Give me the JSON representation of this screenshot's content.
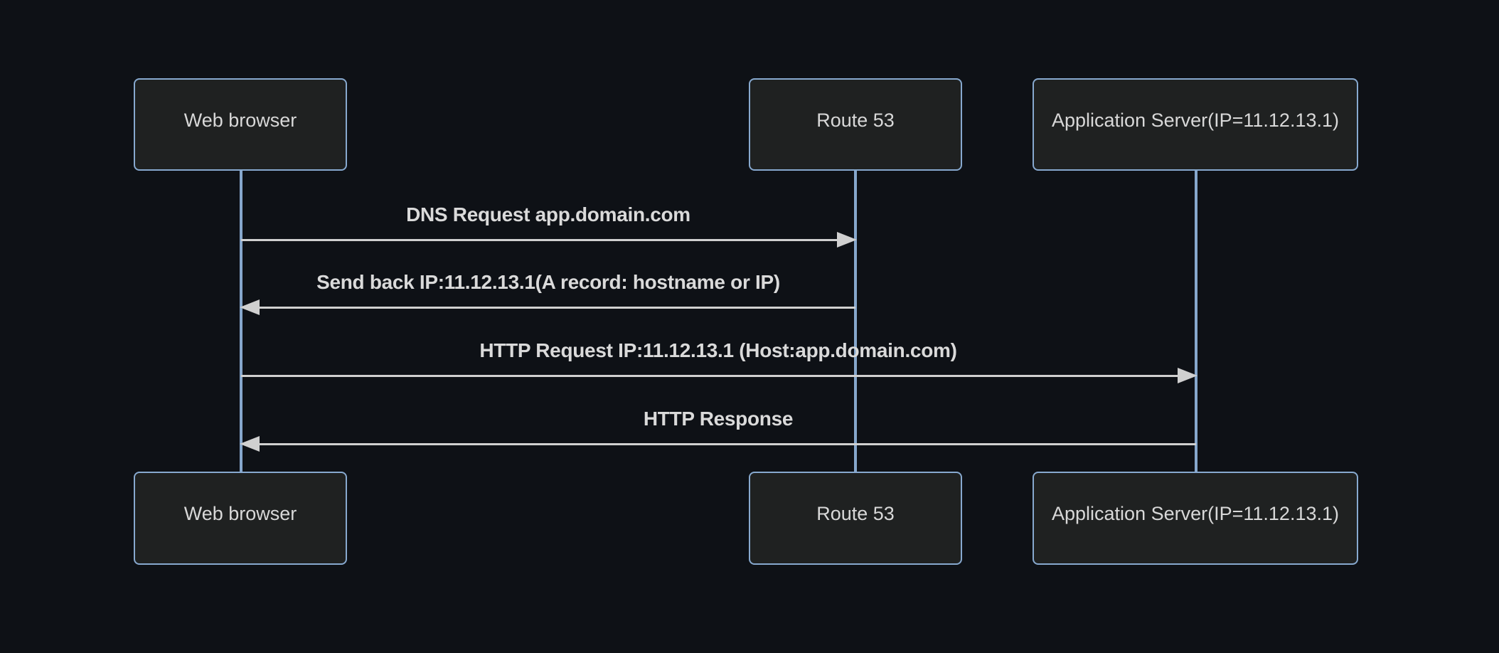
{
  "diagram": {
    "type": "sequence",
    "actors": [
      {
        "id": "web-browser",
        "label": "Web browser"
      },
      {
        "id": "route-53",
        "label": "Route 53"
      },
      {
        "id": "app-server",
        "label": "Application Server(IP=11.12.13.1)"
      }
    ],
    "messages": [
      {
        "from": "web-browser",
        "to": "route-53",
        "direction": "right",
        "label": "DNS Request app.domain.com"
      },
      {
        "from": "route-53",
        "to": "web-browser",
        "direction": "left",
        "label": "Send back IP:11.12.13.1(A record: hostname or IP)"
      },
      {
        "from": "web-browser",
        "to": "app-server",
        "direction": "right",
        "label": "HTTP Request IP:11.12.13.1 (Host:app.domain.com)"
      },
      {
        "from": "app-server",
        "to": "web-browser",
        "direction": "left",
        "label": "HTTP Response"
      }
    ],
    "colors": {
      "background": "#0e1116",
      "actor_fill": "#1f2121",
      "actor_border": "#87a9cf",
      "actor_text": "#d8d8d8",
      "lifeline": "#86a7cc",
      "message_line": "#d0d0d0",
      "message_text": "#dadada"
    }
  }
}
